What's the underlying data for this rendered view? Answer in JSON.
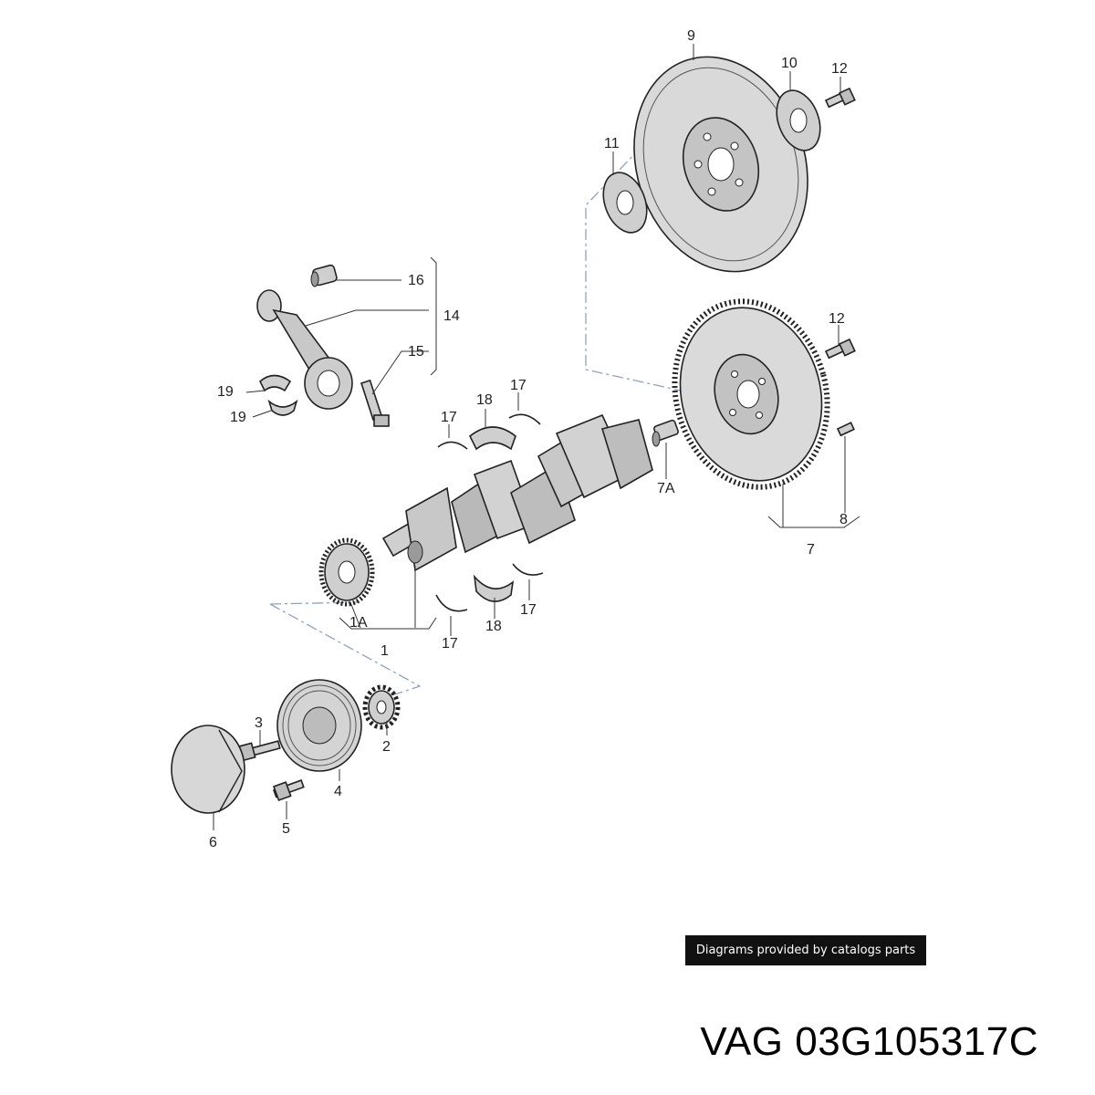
{
  "diagram": {
    "callouts": {
      "c9": "9",
      "c10": "10",
      "c12a": "12",
      "c11": "11",
      "c16": "16",
      "c14": "14",
      "c15": "15",
      "c19a": "19",
      "c19b": "19",
      "c17a": "17",
      "c18a": "18",
      "c17b": "17",
      "c12b": "12",
      "c7A": "7A",
      "c8": "8",
      "c7": "7",
      "c1A": "1A",
      "c1": "1",
      "c18b": "18",
      "c17c": "17",
      "c17d": "17",
      "c3": "3",
      "c2": "2",
      "c4": "4",
      "c5": "5",
      "c6": "6"
    },
    "attribution": "Diagrams provided by catalogs parts",
    "part_number": "VAG 03G105317C"
  },
  "colors": {
    "part_fill": "#d4d4d4",
    "part_dark": "#9a9a9a",
    "dash": "#8fa3b8",
    "banner_bg": "#111111"
  },
  "icons": [
    "flywheel-icon",
    "dual-mass-flywheel-icon",
    "crankshaft-icon",
    "connecting-rod-icon",
    "gear-icon",
    "pulley-icon",
    "bolt-icon",
    "bearing-shell-icon",
    "thrust-washer-icon",
    "cap-icon"
  ]
}
